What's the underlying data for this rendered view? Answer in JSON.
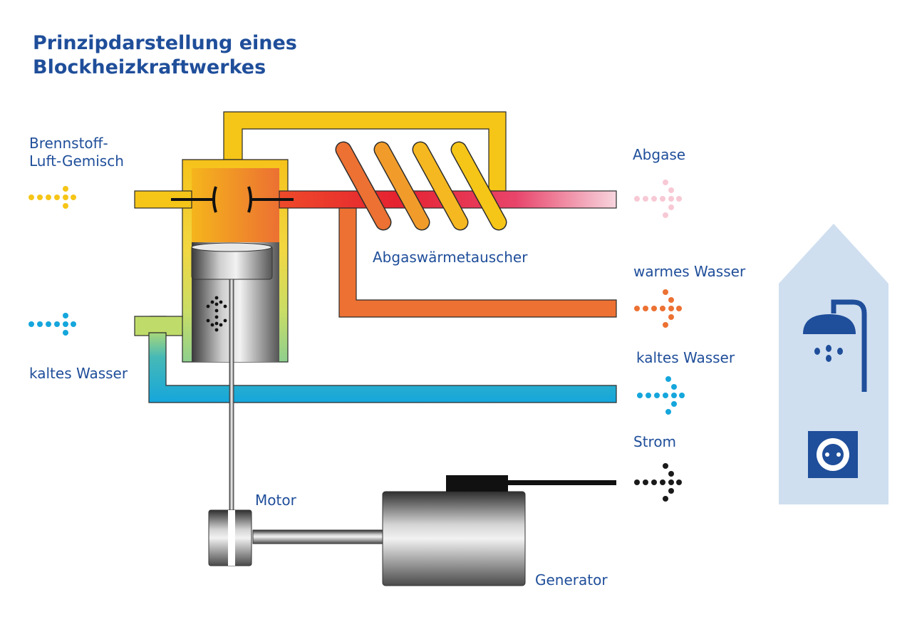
{
  "title": {
    "line1": "Prinzipdarstellung eines",
    "line2": "Blockheizkraftwerkes"
  },
  "labels": {
    "fuel_line1": "Brennstoff-",
    "fuel_line2": "Luft-Gemisch",
    "cold_water_in": "kaltes Wasser",
    "exhaust_heat_exchanger": "Abgaswärmetauscher",
    "motor": "Motor",
    "generator": "Generator",
    "exhaust_out": "Abgase",
    "warm_water_out": "warmes Wasser",
    "cold_water_out": "kaltes Wasser",
    "power_out": "Strom"
  },
  "icons": {
    "fuel_arrow": "dotted-arrow-right",
    "cold_water_arrow": "dotted-arrow-right",
    "exhaust_arrow": "dotted-arrow-right",
    "warm_water_arrow": "dotted-arrow-right",
    "return_water_arrow": "dotted-arrow-right",
    "power_arrow": "dotted-arrow-right",
    "piston_motion": "dotted-double-arrow-vertical",
    "house": "house-silhouette",
    "shower": "shower-icon",
    "socket": "power-socket-icon"
  },
  "colors": {
    "title": "#1f4e9a",
    "fuel": "#f5c518",
    "exhaust": "#e8262e",
    "exhaust_fade": "#f7d5de",
    "warm_water": "#ec7133",
    "cold_water": "#15a6dc",
    "power": "#1a1a1a",
    "house": "#cfdff0",
    "icon_blue": "#1f4e9a"
  }
}
